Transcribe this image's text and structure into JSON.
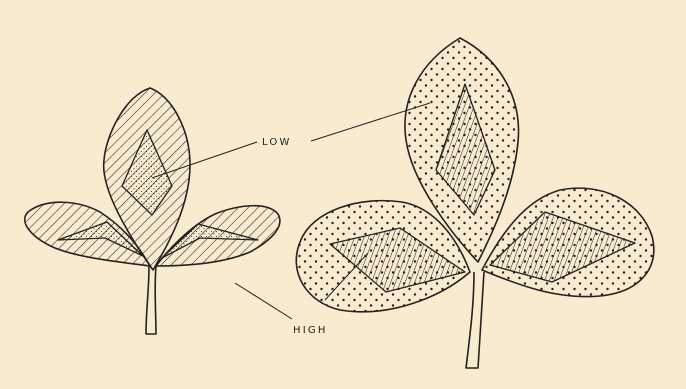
{
  "figure": {
    "labels": {
      "low": "LOW",
      "high": "HIGH"
    },
    "colors": {
      "background": "#f8ebcf",
      "ink": "#222222"
    },
    "leaves": [
      {
        "name": "small-clover-leaf",
        "leaflet_fill": "diagonal-hatch",
        "center_fill": "dots"
      },
      {
        "name": "large-clover-leaf",
        "leaflet_fill": "dots",
        "center_fill": "diagonal-hatch"
      }
    ]
  }
}
